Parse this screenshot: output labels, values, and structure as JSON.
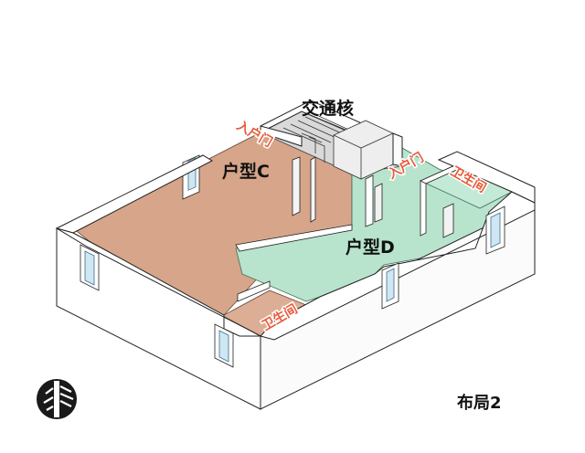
{
  "rooms": {
    "core": {
      "label": "交通核"
    },
    "unit_c": {
      "label": "户型C"
    },
    "unit_d": {
      "label": "户型D"
    }
  },
  "tags": {
    "entrance_c": "入户门",
    "entrance_d": "入户门",
    "bath_c": "卫生间",
    "bath_d": "卫生间"
  },
  "layout_name": "布局2",
  "colors": {
    "unit_c_floor": "#d6a58a",
    "unit_d_floor": "#b8e3cc",
    "core_floor": "#d9d9d9",
    "tag_red": "#e8593a"
  },
  "icons": {
    "compass": "compass-icon"
  }
}
